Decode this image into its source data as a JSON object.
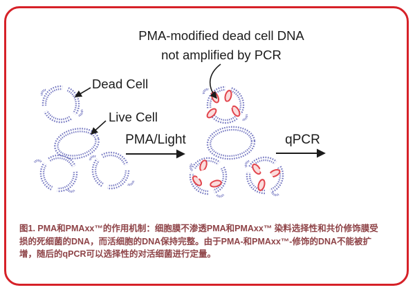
{
  "figure": {
    "annotation": {
      "line1": "PMA-modified dead cell DNA",
      "line2": "not amplified by PCR"
    },
    "labels": {
      "dead_cell": "Dead Cell",
      "live_cell": "Live Cell",
      "treatment": "PMA/Light",
      "assay": "qPCR"
    },
    "caption": {
      "line1": "图1. PMA和PMAxx™的作用机制：细胞膜不渗透PMA和PMAxx™ 染料选择性和共价修饰膜受",
      "line2": "损的死细菌的DNA，而活细胞的DNA保持完整。由于PMA-和PMAxx™-修饰的DNA不能被扩",
      "line3": "增，随后的qPCR可以选择性的对活细菌进行定量。"
    },
    "colors": {
      "frame_border": "#d62128",
      "membrane": "#7376c0",
      "live_dna_green": "#82c46c",
      "dead_dna_gray": "#5f5f5f",
      "pma_dye_red": "#e2444c",
      "caption_text": "#8e4347",
      "diagram_text": "#1b1b1b"
    }
  }
}
